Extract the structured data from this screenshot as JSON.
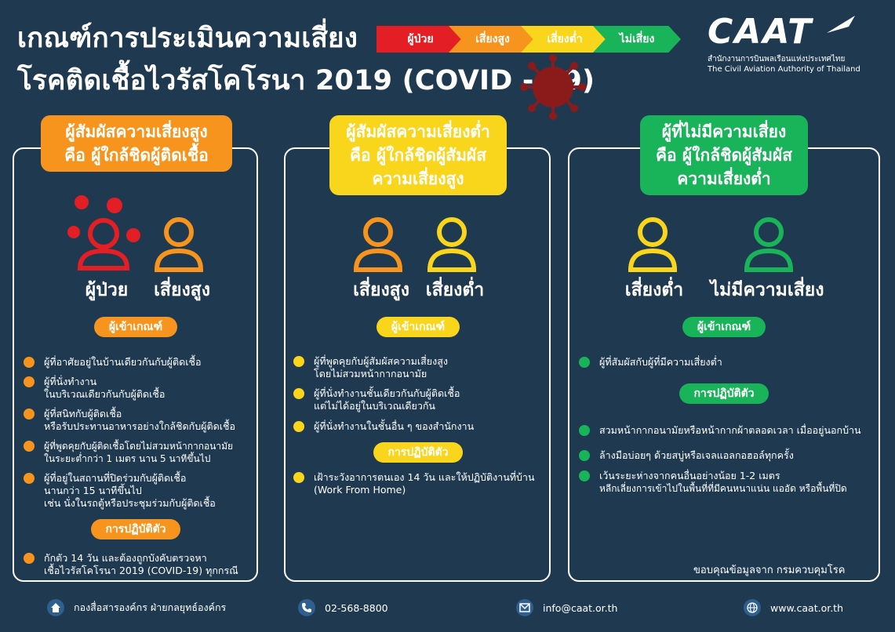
{
  "title": {
    "line1": "เกณฑ์การประเมินความเสี่ยง",
    "line2": "โรคติดเชื้อไวรัสโคโรนา 2019 (COVID - 19)"
  },
  "risk_scale": [
    "ผู้ป่วย",
    "เสี่ยงสูง",
    "เสี่ยงต่ำ",
    "ไม่เสี่ยง"
  ],
  "colors": {
    "background": "#1f3a50",
    "red": "#e31e24",
    "orange": "#f7941d",
    "yellow": "#f9d51c",
    "green": "#19b35a"
  },
  "logo": {
    "name": "CAAT",
    "sub_th": "สำนักงานการบินพลเรือนแห่งประเทศไทย",
    "sub_en": "The Civil Aviation Authority of Thailand"
  },
  "columns": [
    {
      "header": [
        "ผู้สัมผัสความเสี่ยงสูง",
        "คือ ผู้ใกล้ชิดผู้ติดเชื้อ"
      ],
      "persons": [
        "ผู้ป่วย",
        "เสี่ยงสูง"
      ],
      "criteria_label": "ผู้เข้าเกณฑ์",
      "criteria": [
        [
          "ผู้ที่อาศัยอยู่ในบ้านเดียวกันกับผู้ติดเชื้อ"
        ],
        [
          "ผู้ที่นั่งทำงาน",
          "ในบริเวณเดียวกันกับผู้ติดเชื้อ"
        ],
        [
          "ผู้ที่สนิทกับผู้ติดเชื้อ",
          "หรือรับประทานอาหารอย่างใกล้ชิดกับผู้ติดเชื้อ"
        ],
        [
          "ผู้ที่พูดคุยกับผู้ติดเชื้อโดยไม่สวมหน้ากากอนามัย",
          "ในระยะต่ำกว่า 1 เมตร นาน 5 นาทีขึ้นไป"
        ],
        [
          "ผู้ที่อยู่ในสถานที่ปิดร่วมกับผู้ติดเชื้อ",
          "นานกว่า 15 นาทีขึ้นไป",
          "เช่น นั่งในรถตู้หรือประชุมร่วมกับผู้ติดเชื้อ"
        ]
      ],
      "practice_label": "การปฏิบัติตัว",
      "practice": [
        [
          "กักตัว 14 วัน และต้องถูกบังคับตรวจหา",
          "เชื้อไวรัสโคโรนา 2019 (COVID-19) ทุกกรณี"
        ]
      ]
    },
    {
      "header": [
        "ผู้สัมผัสความเสี่ยงต่ำ",
        "คือ ผู้ใกล้ชิดผู้สัมผัส",
        "ความเสี่ยงสูง"
      ],
      "persons": [
        "เสี่ยงสูง",
        "เสี่ยงต่ำ"
      ],
      "criteria_label": "ผู้เข้าเกณฑ์",
      "criteria": [
        [
          "ผู้ที่พูดคุยกับผู้สัมผัสความเสี่ยงสูง",
          "โดยไม่สวมหน้ากากอนามัย"
        ],
        [
          "ผู้ที่นั่งทำงานชั้นเดียวกันกับผู้ติดเชื้อ",
          "แต่ไม่ได้อยู่ในบริเวณเดียวกัน"
        ],
        [
          "ผู้ที่นั่งทำงานในชั้นอื่น ๆ ของสำนักงาน"
        ]
      ],
      "practice_label": "การปฏิบัติตัว",
      "practice": [
        [
          "เฝ้าระวังอาการตนเอง 14 วัน และให้ปฏิบัติงานที่บ้าน",
          "(Work From Home)"
        ]
      ]
    },
    {
      "header": [
        "ผู้ที่ไม่มีความเสี่ยง",
        "คือ ผู้ใกล้ชิดผู้สัมผัส",
        "ความเสี่ยงต่ำ"
      ],
      "persons": [
        "เสี่ยงต่ำ",
        "ไม่มีความเสี่ยง"
      ],
      "criteria_label": "ผู้เข้าเกณฑ์",
      "criteria": [
        [
          "ผู้ที่สัมผัสกับผู้ที่มีความเสี่ยงต่ำ"
        ]
      ],
      "practice_label": "การปฏิบัติตัว",
      "practice": [
        [
          "สวมหน้ากากอนามัยหรือหน้ากากผ้าตลอดเวลา เมื่ออยู่นอกบ้าน"
        ],
        [
          "ล้างมือบ่อยๆ ด้วยสบู่หรือเจลแอลกอฮอล์ทุกครั้ง"
        ],
        [
          "เว้นระยะห่างจากคนอื่นอย่างน้อย 1-2 เมตร",
          "หลีกเลี่ยงการเข้าไปในพื้นที่ที่มีคนหนาแน่น แออัด หรือพื้นที่ปิด"
        ]
      ],
      "credit": "ขอบคุณข้อมูลจาก กรมควบคุมโรค"
    }
  ],
  "footer": {
    "org": "กองสื่อสารองค์กร ฝ่ายกลยุทธ์องค์กร",
    "phone": "02-568-8800",
    "email": "info@caat.or.th",
    "website": "www.caat.or.th"
  }
}
